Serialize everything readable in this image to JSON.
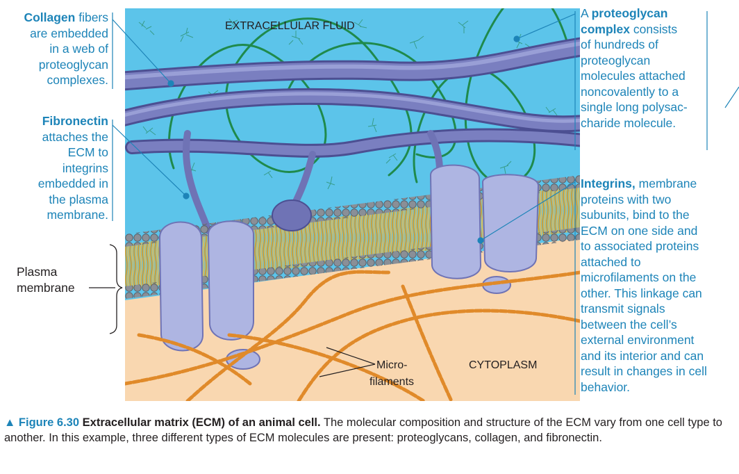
{
  "labels": {
    "extracellular_fluid": "EXTRACELLULAR FLUID",
    "cytoplasm": "CYTOPLASM",
    "micro_line1": "Micro-",
    "micro_line2": "filaments",
    "plasma_line1": "Plasma",
    "plasma_line2": "membrane"
  },
  "collagen": {
    "bold": "Collagen",
    "l1": " fibers",
    "l2": "are embedded",
    "l3": "in a web of",
    "l4": "proteoglycan",
    "l5": "complexes."
  },
  "fibronectin": {
    "bold": "Fibronectin",
    "l2": "attaches the",
    "l3": "ECM to",
    "l4": "integrins",
    "l5": "embedded in",
    "l6": "the plasma",
    "l7": "membrane."
  },
  "proteoglycan": {
    "l1a": "A ",
    "l1b": "proteoglycan",
    "l2b": "complex",
    "l2c": " consists",
    "l3": "of hundreds of",
    "l4": "proteoglycan",
    "l5": "molecules attached",
    "l6": "noncovalently to a",
    "l7": "single long polysac-",
    "l8": "charide molecule."
  },
  "integrins": {
    "bold": "Integrins,",
    "l1": " membrane",
    "l2": "proteins with two",
    "l3": "subunits, bind to the",
    "l4": "ECM on one side and",
    "l5": "to associated proteins",
    "l6": "attached to",
    "l7": "microfilaments on the",
    "l8": "other. This linkage can",
    "l9": "transmit signals",
    "l10": "between the cell’s",
    "l11": "external environment",
    "l12": "and its interior and can",
    "l13": "result in changes in cell",
    "l14": "behavior."
  },
  "figure": {
    "number": "▲ Figure 6.30",
    "title": "Extracellular matrix (ECM) of an animal cell.",
    "caption": " The molecular composition and structure of the ECM vary from one cell type to another. In this example, three different types of ECM molecules are present: proteoglycans, collagen, and fibronectin."
  },
  "colors": {
    "fluid": "#5cc4ea",
    "cytoplasm": "#f9d7b0",
    "collagen": "#6f73b5",
    "proteoglycan": "#1f8a4c",
    "integrin": "#aeb5e2",
    "lipid_head": "#8a8f97",
    "lipid_tail": "#e6b23d",
    "microfilament": "#e08a2a",
    "label_blue": "#1d84b8"
  }
}
